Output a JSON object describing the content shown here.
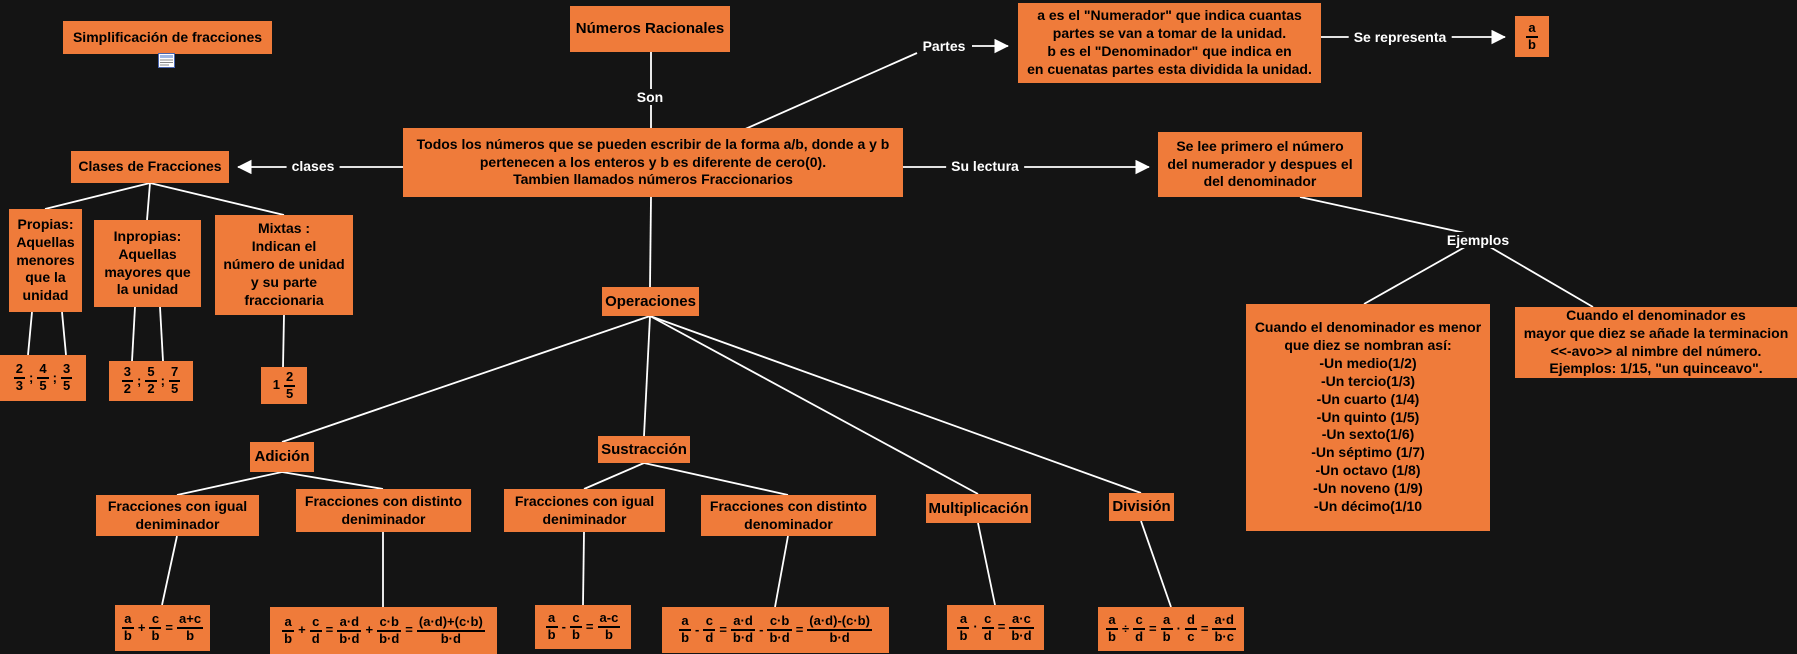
{
  "colors": {
    "background": "#141414",
    "node": "#ef7b3a",
    "node_text": "#000000",
    "line": "#ffffff",
    "label_text": "#ffffff"
  },
  "nodes": {
    "simplificacion": {
      "label": "Simplificación de fracciones"
    },
    "numeros_racionales": {
      "label": "Números Racionales"
    },
    "definicion": {
      "label": "Todos los números que se pueden escribir de la forma a/b, donde a y b\npertenecen a los enteros y b es diferente de cero(0).\nTambien llamados números Fraccionarios"
    },
    "partes_def": {
      "label": "a es el \"Numerador\" que indica cuantas\npartes se van a tomar de la unidad.\nb es el \"Denominador\" que indica en\nen cuenatas partes esta dividida la unidad."
    },
    "clases_fracciones": {
      "label": "Clases de Fracciones"
    },
    "se_lee": {
      "label": "Se lee primero el número\ndel numerador y despues el\ndel denominador"
    },
    "propias": {
      "label": "Propias:\nAquellas\nmenores\nque la\nunidad"
    },
    "inpropias": {
      "label": "Inpropias:\nAquellas\nmayores que\nla unidad"
    },
    "mixtas": {
      "label": "Mixtas :\nIndican el\nnúmero de unidad\ny su parte\nfraccionaria"
    },
    "operaciones": {
      "label": "Operaciones"
    },
    "adicion": {
      "label": "Adición"
    },
    "sustraccion": {
      "label": "Sustracción"
    },
    "multiplicacion": {
      "label": "Multiplicación"
    },
    "division": {
      "label": "División"
    },
    "adicion_igual": {
      "label": "Fracciones con igual\ndeniminador"
    },
    "adicion_distinto": {
      "label": "Fracciones con distinto\ndeniminador"
    },
    "sustraccion_igual": {
      "label": "Fracciones con igual\ndeniminador"
    },
    "sustraccion_distinto": {
      "label": "Fracciones con distinto\ndenominador"
    },
    "denominador_menor": {
      "label": "Cuando el denominador es menor\nque diez se nombran así:\n-Un medio(1/2)\n-Un tercio(1/3)\n-Un cuarto (1/4)\n-Un quinto (1/5)\n-Un sexto(1/6)\n-Un séptimo (1/7)\n-Un octavo (1/8)\n-Un noveno (1/9)\n-Un décimo(1/10"
    },
    "denominador_mayor": {
      "label": "Cuando el denominador es\nmayor que diez se añade la terminacion\n<<-avo>> al nimbre del número.\nEjemplos: 1/15, \"un quinceavo\"."
    }
  },
  "edge_labels": {
    "son": "Son",
    "partes": "Partes",
    "se_representa": "Se representa",
    "clases": "clases",
    "su_lectura": "Su lectura",
    "ejemplos": "Ejemplos"
  },
  "formulas": {
    "representacion": [
      {
        "f": [
          "a",
          "b"
        ]
      }
    ],
    "ej_propias": [
      {
        "f": [
          "2",
          "3"
        ]
      },
      {
        "m": ";"
      },
      {
        "f": [
          "4",
          "5"
        ]
      },
      {
        "m": ";"
      },
      {
        "f": [
          "3",
          "5"
        ]
      }
    ],
    "ej_inpropias": [
      {
        "f": [
          "3",
          "2"
        ]
      },
      {
        "m": ";"
      },
      {
        "f": [
          "5",
          "2"
        ]
      },
      {
        "m": ";"
      },
      {
        "f": [
          "7",
          "5"
        ]
      }
    ],
    "ej_mixtas": [
      {
        "m": "1"
      },
      {
        "f": [
          "2",
          "5"
        ]
      }
    ],
    "adicion_igual": [
      {
        "f": [
          "a",
          "b"
        ]
      },
      {
        "m": "+"
      },
      {
        "f": [
          "c",
          "b"
        ]
      },
      {
        "m": "="
      },
      {
        "f": [
          "a+c",
          "b"
        ]
      }
    ],
    "adicion_distinto": [
      {
        "f": [
          "a",
          "b"
        ]
      },
      {
        "m": "+"
      },
      {
        "f": [
          "c",
          "d"
        ]
      },
      {
        "m": "="
      },
      {
        "f": [
          "a·d",
          "b·d"
        ]
      },
      {
        "m": "+"
      },
      {
        "f": [
          "c·b",
          "b·d"
        ]
      },
      {
        "m": "="
      },
      {
        "f": [
          "(a·d)+(c·b)",
          "b·d"
        ]
      }
    ],
    "sustraccion_igual": [
      {
        "f": [
          "a",
          "b"
        ]
      },
      {
        "m": "-"
      },
      {
        "f": [
          "c",
          "b"
        ]
      },
      {
        "m": "="
      },
      {
        "f": [
          "a-c",
          "b"
        ]
      }
    ],
    "sustraccion_distinto": [
      {
        "f": [
          "a",
          "b"
        ]
      },
      {
        "m": "-"
      },
      {
        "f": [
          "c",
          "d"
        ]
      },
      {
        "m": "="
      },
      {
        "f": [
          "a·d",
          "b·d"
        ]
      },
      {
        "m": "-"
      },
      {
        "f": [
          "c·b",
          "b·d"
        ]
      },
      {
        "m": "="
      },
      {
        "f": [
          "(a·d)-(c·b)",
          "b·d"
        ]
      }
    ],
    "multiplicacion": [
      {
        "f": [
          "a",
          "b"
        ]
      },
      {
        "m": "·"
      },
      {
        "f": [
          "c",
          "d"
        ]
      },
      {
        "m": "="
      },
      {
        "f": [
          "a·c",
          "b·d"
        ]
      }
    ],
    "division": [
      {
        "f": [
          "a",
          "b"
        ]
      },
      {
        "m": "÷"
      },
      {
        "f": [
          "c",
          "d"
        ]
      },
      {
        "m": "="
      },
      {
        "f": [
          "a",
          "b"
        ]
      },
      {
        "m": "·"
      },
      {
        "f": [
          "d",
          "c"
        ]
      },
      {
        "m": "="
      },
      {
        "f": [
          "a·d",
          "b·c"
        ]
      }
    ]
  }
}
